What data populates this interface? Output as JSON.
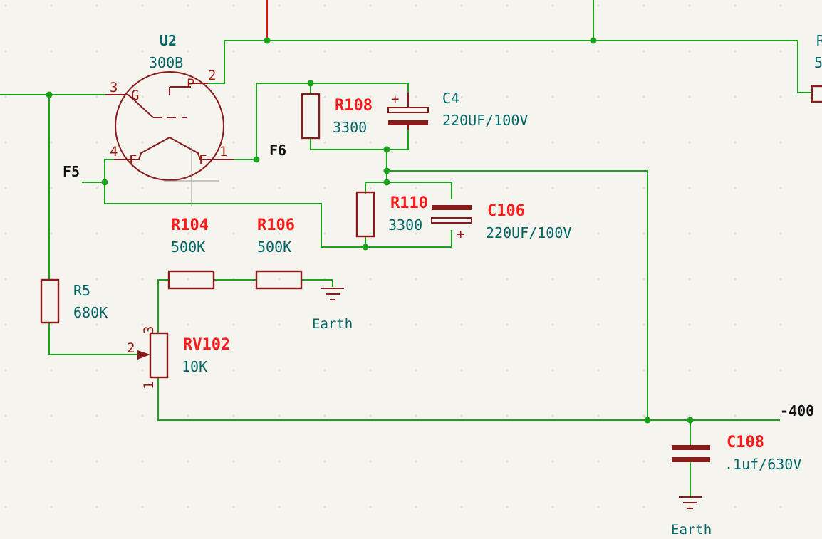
{
  "colors": {
    "background": "#f5f4ef",
    "wire": "#1aa31a",
    "symbol": "#8b1a1a",
    "reference_red": "#ff1a1a",
    "value_teal": "#006666"
  },
  "tube": {
    "ref": "U2",
    "value": "300B",
    "pin_grid": "3",
    "pin_plate": "2",
    "pin_fil_left": "4",
    "pin_fil_right": "1",
    "label_grid": "G",
    "label_plate": "P",
    "label_fil_left": "F",
    "label_fil_right": "F"
  },
  "nets": {
    "f5": "F5",
    "f6": "F6",
    "supply": "-400"
  },
  "resistors": {
    "r108": {
      "ref": "R108",
      "value": "3300"
    },
    "r110": {
      "ref": "R110",
      "value": "3300"
    },
    "r104": {
      "ref": "R104",
      "value": "500K"
    },
    "r106": {
      "ref": "R106",
      "value": "500K"
    },
    "r5": {
      "ref": "R5",
      "value": "680K"
    }
  },
  "capacitors": {
    "c4": {
      "ref": "C4",
      "value": "220UF/100V"
    },
    "c106": {
      "ref": "C106",
      "value": "220UF/100V"
    },
    "c108": {
      "ref": "C108",
      "value": ".1uf/630V"
    }
  },
  "pot": {
    "ref": "RV102",
    "value": "10K",
    "pin_1": "1",
    "pin_2": "2",
    "pin_3": "3"
  },
  "earth_labels": {
    "earth_1": "Earth",
    "earth_2": "Earth"
  },
  "cap_polarity": {
    "plus": "+"
  },
  "offscreen": {
    "r_ref_fragment": "R",
    "r_val_fragment": "5"
  }
}
